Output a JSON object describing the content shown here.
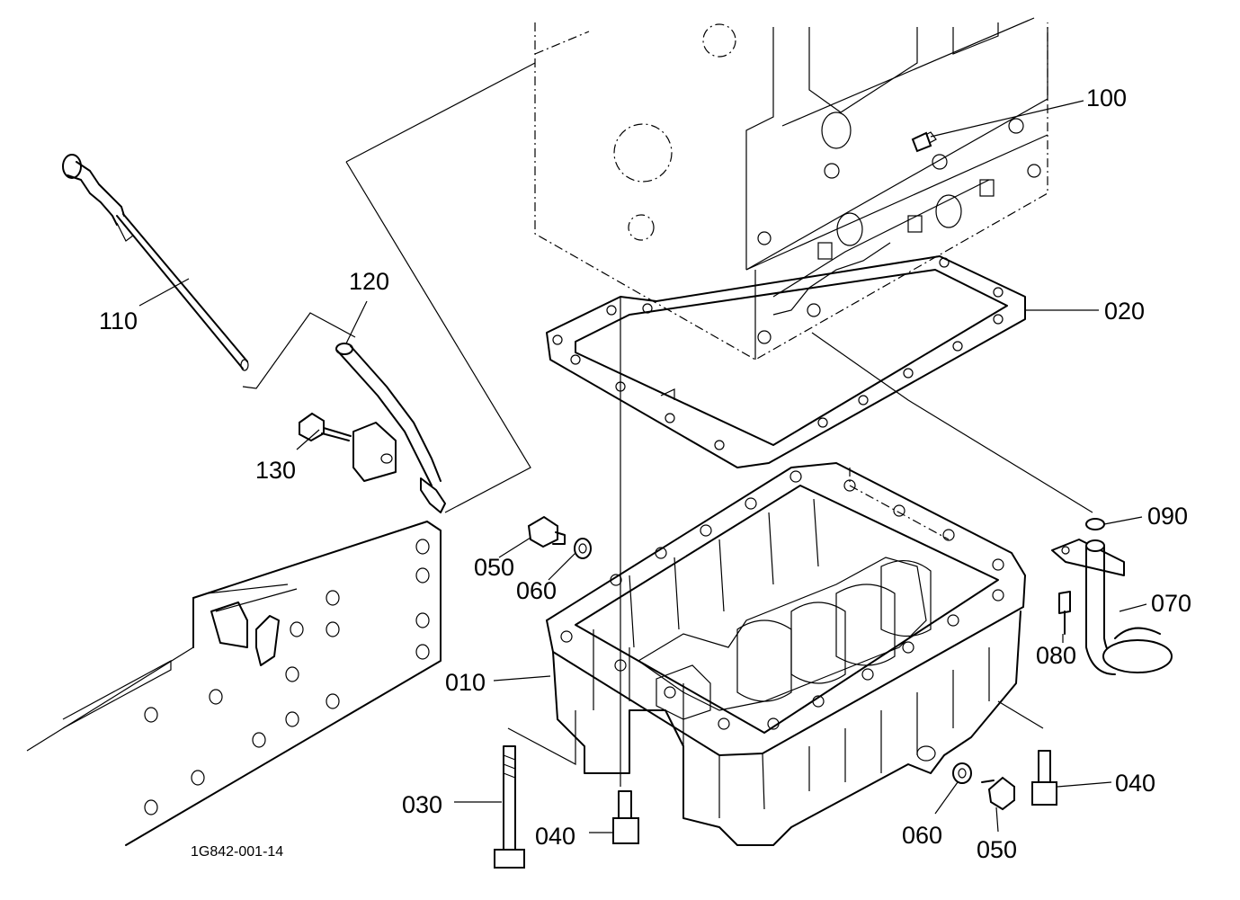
{
  "callouts": [
    {
      "id": "100",
      "text": "100"
    },
    {
      "id": "110",
      "text": "110"
    },
    {
      "id": "120",
      "text": "120"
    },
    {
      "id": "130",
      "text": "130"
    },
    {
      "id": "020",
      "text": "020"
    },
    {
      "id": "090",
      "text": "090"
    },
    {
      "id": "070",
      "text": "070"
    },
    {
      "id": "080",
      "text": "080"
    },
    {
      "id": "050a",
      "text": "050"
    },
    {
      "id": "060a",
      "text": "060"
    },
    {
      "id": "010",
      "text": "010"
    },
    {
      "id": "030",
      "text": "030"
    },
    {
      "id": "040a",
      "text": "040"
    },
    {
      "id": "060b",
      "text": "060"
    },
    {
      "id": "050b",
      "text": "050"
    },
    {
      "id": "040b",
      "text": "040"
    }
  ],
  "figure_code": "1G842-001-14"
}
